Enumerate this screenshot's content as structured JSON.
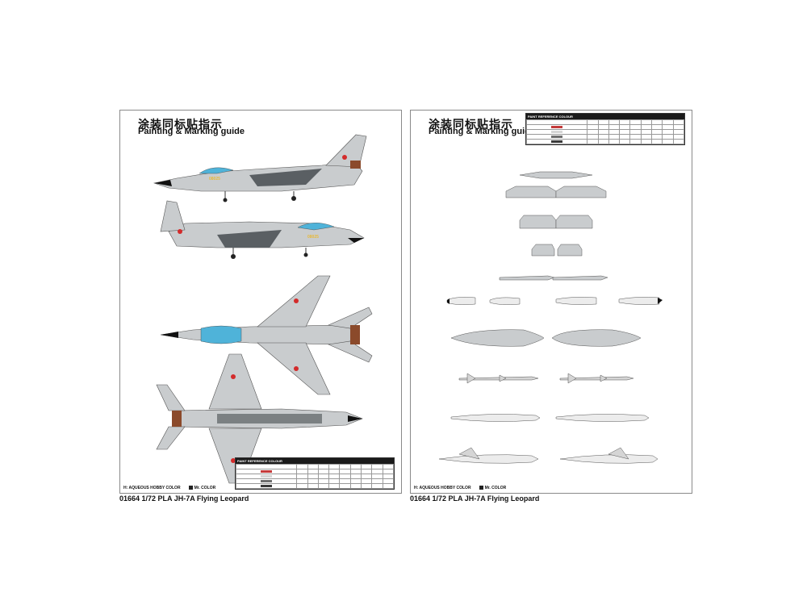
{
  "sheets": [
    {
      "title_cn": "涂装同标贴指示",
      "title_en": "Painting & Marking guide",
      "legend": {
        "aqueous": "H: AQUEOUS HOBBY COLOR",
        "mr": "Mr. COLOR"
      },
      "table_title": "PAINT REFERENCE COLOUR"
    },
    {
      "title_cn": "涂装同标贴指示",
      "title_en": "Painting & Marking guide",
      "legend": {
        "aqueous": "H: AQUEOUS HOBBY COLOR",
        "mr": "Mr. COLOR"
      },
      "table_title": "PAINT REFERENCE COLOUR"
    }
  ],
  "caption": "01664  1/72  PLA JH-7A Flying Leopard",
  "colors": {
    "aircraft_grey": "#c9ccce",
    "dark_grey": "#5a5f63",
    "light_blue": "#4fb3d9",
    "brown": "#8b4a2b",
    "red": "#d32b2b",
    "yellow": "#e7b93a",
    "black": "#111111"
  },
  "paint_swatches": [
    "#c43a3a",
    "#d5d5d5",
    "#6e6e6e",
    "#3a3a3a"
  ]
}
